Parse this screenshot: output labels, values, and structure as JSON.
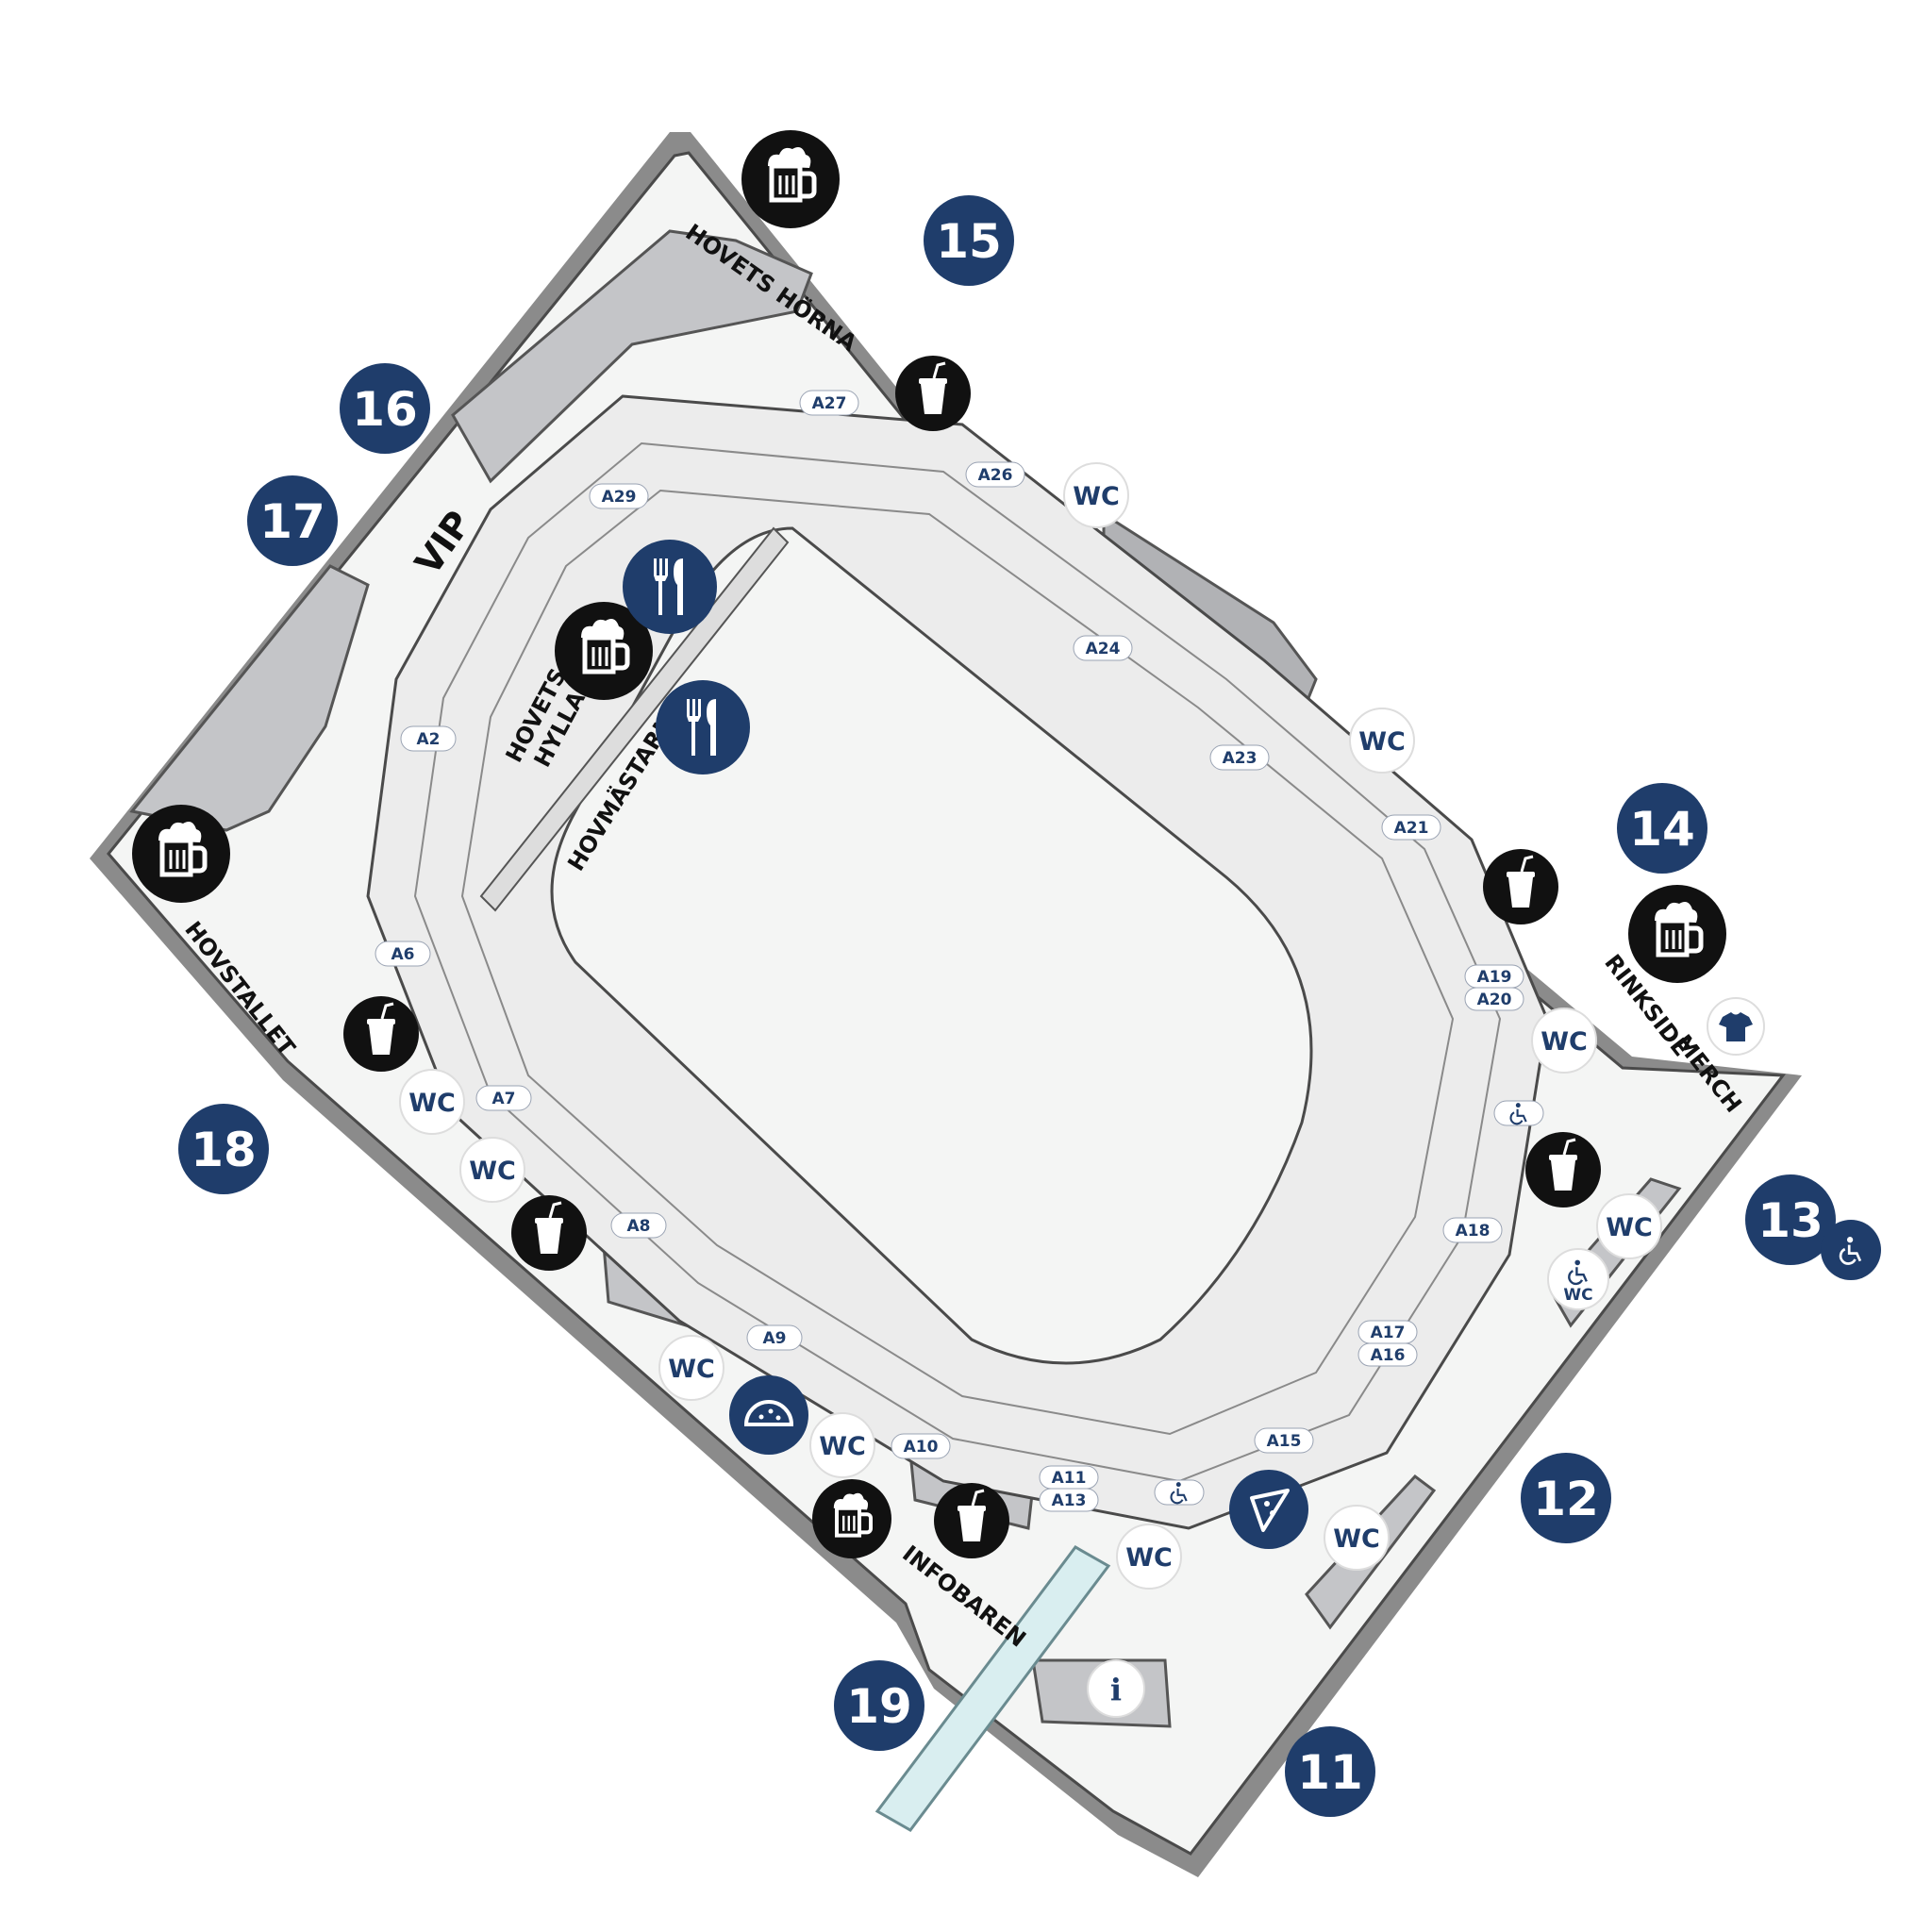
{
  "map": {
    "gates": [
      {
        "id": "g11",
        "label": "11"
      },
      {
        "id": "g12",
        "label": "12"
      },
      {
        "id": "g13",
        "label": "13"
      },
      {
        "id": "g14",
        "label": "14"
      },
      {
        "id": "g15",
        "label": "15"
      },
      {
        "id": "g16",
        "label": "16"
      },
      {
        "id": "g17",
        "label": "17"
      },
      {
        "id": "g18",
        "label": "18"
      },
      {
        "id": "g19",
        "label": "19"
      }
    ],
    "sections": [
      "A2",
      "A6",
      "A7",
      "A8",
      "A9",
      "A10",
      "A11",
      "A13",
      "A15",
      "A16",
      "A17",
      "A18",
      "A19",
      "A20",
      "A21",
      "A23",
      "A24",
      "A26",
      "A27",
      "A29"
    ],
    "zones": {
      "hovets_horna": "HOVETS HÖRNA",
      "vip": "VIP",
      "hovets_hylla_1": "HOVETS",
      "hovets_hylla_2": "HYLLA",
      "hovmastarna": "HOVMÄSTARNA",
      "hovstallet": "HOVSTALLET",
      "rinkside": "RINKSIDE",
      "merch": "MERCH",
      "infobaren": "INFOBAREN"
    },
    "wc_label": "WC",
    "info_label": "i",
    "colors": {
      "navy": "#1f3d6b",
      "black": "#111111",
      "wall": "#8b8b8b",
      "block": "#c4c5c8",
      "floor": "#f4f5f4"
    }
  }
}
